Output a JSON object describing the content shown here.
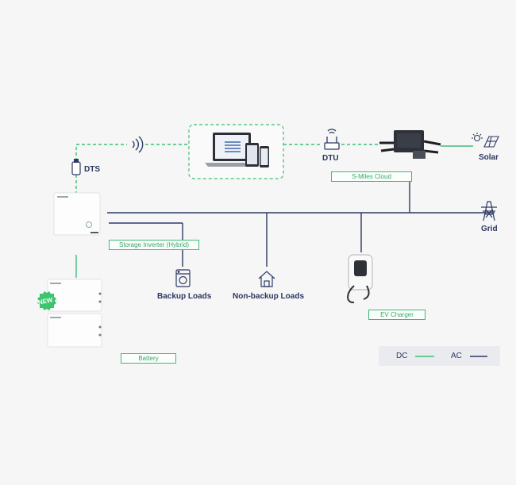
{
  "labels": {
    "dts": "DTS",
    "dtu": "DTU",
    "solar": "Solar",
    "grid": "Grid",
    "backup_loads": "Backup Loads",
    "nonbackup_loads": "Non-backup Loads",
    "new_badge": "NEW"
  },
  "tags": {
    "cloud": "S-Miles Cloud",
    "storage_inverter": "Storage Inverter (Hybrid)",
    "ev_charger": "EV Charger",
    "battery": "Battery"
  },
  "legend": {
    "dc_label": "DC",
    "ac_label": "AC"
  },
  "colors": {
    "dc_line": "#3fbf7a",
    "ac_line": "#2c3b63",
    "new_badge": "#3cc46f"
  }
}
